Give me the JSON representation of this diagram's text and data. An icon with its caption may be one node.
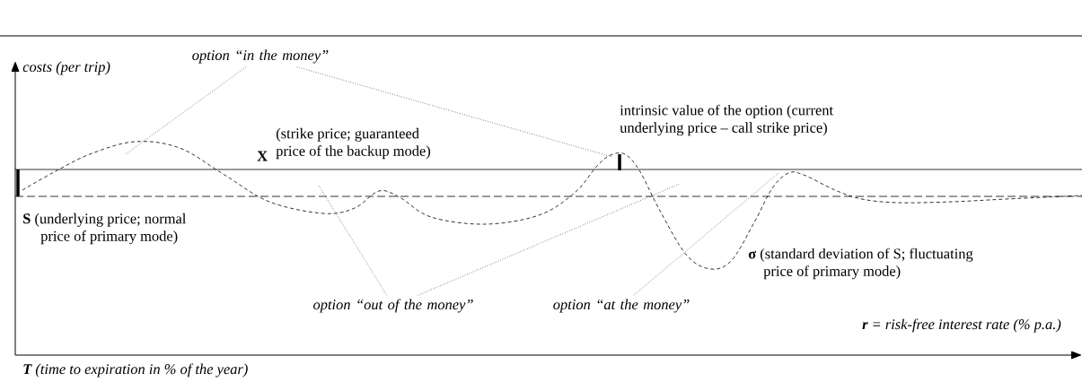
{
  "diagram": {
    "nodes": [
      {
        "text": [
          "option “in the money”"
        ]
      },
      {
        "text": [
          "option “out of the money”"
        ]
      },
      {
        "text": [
          "option “at the money”"
        ]
      }
    ],
    "edges": [
      {
        "from": 0,
        "to": null,
        "arrow": "none"
      },
      {
        "from": 0,
        "to": null,
        "arrow": "none"
      },
      {
        "from": 1,
        "to": null,
        "arrow": "none"
      },
      {
        "from": 1,
        "to": null,
        "arrow": "none"
      },
      {
        "from": 2,
        "to": null,
        "arrow": "none"
      }
    ],
    "labels": [
      "costs (per trip)",
      "intrinsic value of the option (current underlying price – call strike price)",
      "(strike price; guaranteed price of the backup mode)",
      "X",
      "**S** (underlying price; normal price of primary mode)",
      "**σ** (standard deviation of S; fluctuating price of primary mode)",
      "**r** = risk-free interest rate (% p.a.)",
      "**T** (time to expiration in % of the year)"
    ]
  }
}
